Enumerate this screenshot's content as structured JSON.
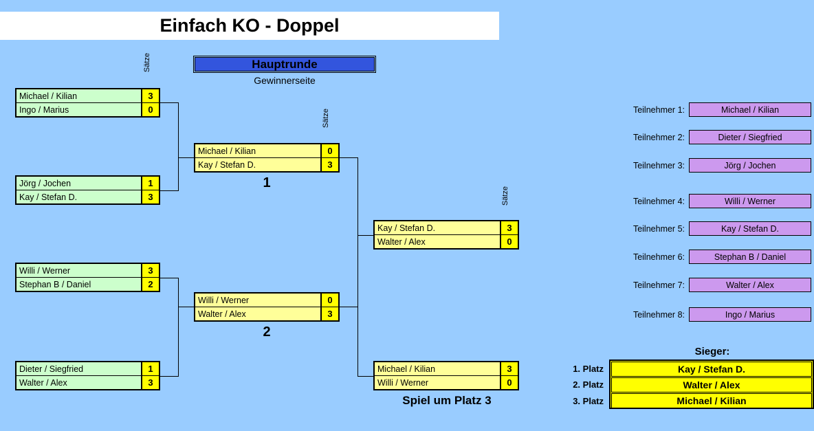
{
  "page": {
    "title": "Einfach KO - Doppel",
    "background_color": "#99ccff"
  },
  "banner": {
    "label": "Hauptrunde",
    "subtitle": "Gewinnerseite",
    "color": "#3355dd"
  },
  "labels": {
    "saetze": "Sätze",
    "round1_number": "1",
    "round2_number": "2",
    "third_place": "Spiel um Platz 3",
    "sieger": "Sieger:"
  },
  "colors": {
    "round1_name": "#ccffcc",
    "round2_name": "#ffff99",
    "score": "#ffff00",
    "participant": "#cc99ee",
    "winner": "#ffff00"
  },
  "bracket": {
    "round1": [
      {
        "p1": "Michael / Kilian",
        "s1": "3",
        "p2": "Ingo / Marius",
        "s2": "0"
      },
      {
        "p1": "Jörg / Jochen",
        "s1": "1",
        "p2": "Kay / Stefan D.",
        "s2": "3"
      },
      {
        "p1": "Willi / Werner",
        "s1": "3",
        "p2": "Stephan B / Daniel",
        "s2": "2"
      },
      {
        "p1": "Dieter / Siegfried",
        "s1": "1",
        "p2": "Walter / Alex",
        "s2": "3"
      }
    ],
    "round2": [
      {
        "p1": "Michael / Kilian",
        "s1": "0",
        "p2": "Kay / Stefan D.",
        "s2": "3"
      },
      {
        "p1": "Willi / Werner",
        "s1": "0",
        "p2": "Walter / Alex",
        "s2": "3"
      }
    ],
    "final": [
      {
        "p1": "Kay / Stefan D.",
        "s1": "3",
        "p2": "Walter / Alex",
        "s2": "0"
      }
    ],
    "third_place_match": [
      {
        "p1": "Michael / Kilian",
        "s1": "3",
        "p2": "Willi / Werner",
        "s2": "0"
      }
    ]
  },
  "participants": {
    "items": [
      {
        "label": "Teilnehmer 1:",
        "name": "Michael / Kilian"
      },
      {
        "label": "Teilnehmer 2:",
        "name": "Dieter / Siegfried"
      },
      {
        "label": "Teilnehmer 3:",
        "name": "Jörg / Jochen"
      },
      {
        "label": "Teilnehmer 4:",
        "name": "Willi / Werner"
      },
      {
        "label": "Teilnehmer 5:",
        "name": "Kay / Stefan D."
      },
      {
        "label": "Teilnehmer 6:",
        "name": "Stephan B / Daniel"
      },
      {
        "label": "Teilnehmer 7:",
        "name": "Walter / Alex"
      },
      {
        "label": "Teilnehmer 8:",
        "name": "Ingo / Marius"
      }
    ]
  },
  "winners": {
    "items": [
      {
        "label": "1. Platz",
        "name": "Kay / Stefan D."
      },
      {
        "label": "2. Platz",
        "name": "Walter / Alex"
      },
      {
        "label": "3. Platz",
        "name": "Michael / Kilian"
      }
    ]
  }
}
